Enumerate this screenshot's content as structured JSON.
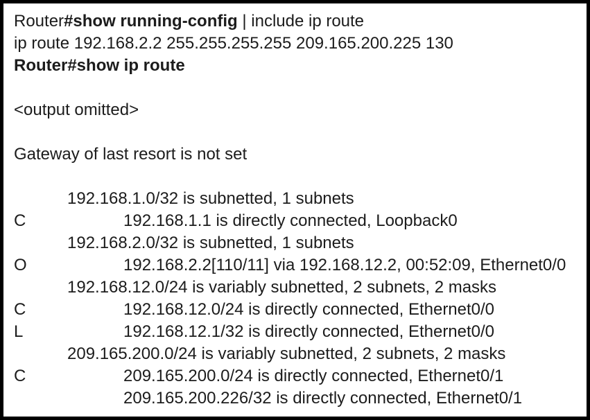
{
  "terminal": {
    "colors": {
      "border": "#000000",
      "background": "#ffffff",
      "text": "#1c1c1c"
    },
    "lines": [
      {
        "type": "command",
        "segments": [
          {
            "text": "Router",
            "bold": false
          },
          {
            "text": "#show running-config",
            "bold": true
          },
          {
            "text": " | include ip route",
            "bold": false
          }
        ]
      },
      {
        "type": "output",
        "text": "ip route 192.168.2.2 255.255.255.255 209.165.200.225 130"
      },
      {
        "type": "command",
        "bold": true,
        "text": "Router#show ip route"
      },
      {
        "type": "blank",
        "text": ""
      },
      {
        "type": "output",
        "text": "<output omitted>"
      },
      {
        "type": "blank",
        "text": ""
      },
      {
        "type": "output",
        "text": "Gateway of last resort is not set"
      },
      {
        "type": "blank",
        "text": ""
      },
      {
        "type": "subnet-header",
        "text": "192.168.1.0/32 is subnetted, 1 subnets"
      },
      {
        "type": "route",
        "code": "C",
        "text": "192.168.1.1 is directly connected, Loopback0"
      },
      {
        "type": "subnet-header",
        "text": "192.168.2.0/32 is subnetted, 1 subnets"
      },
      {
        "type": "route",
        "code": "O",
        "text": "192.168.2.2[110/11] via 192.168.12.2, 00:52:09, Ethernet0/0"
      },
      {
        "type": "subnet-header",
        "text": "192.168.12.0/24 is variably subnetted, 2 subnets, 2 masks"
      },
      {
        "type": "route",
        "code": "C",
        "text": "192.168.12.0/24 is directly connected, Ethernet0/0"
      },
      {
        "type": "route",
        "code": "L",
        "text": "192.168.12.1/32 is directly connected, Ethernet0/0"
      },
      {
        "type": "subnet-header",
        "text": "209.165.200.0/24 is variably subnetted, 2 subnets, 2 masks"
      },
      {
        "type": "route",
        "code": "C",
        "text": "209.165.200.0/24 is directly connected, Ethernet0/1"
      },
      {
        "type": "route",
        "code": "",
        "text": "209.165.200.226/32 is directly connected, Ethernet0/1"
      }
    ]
  }
}
